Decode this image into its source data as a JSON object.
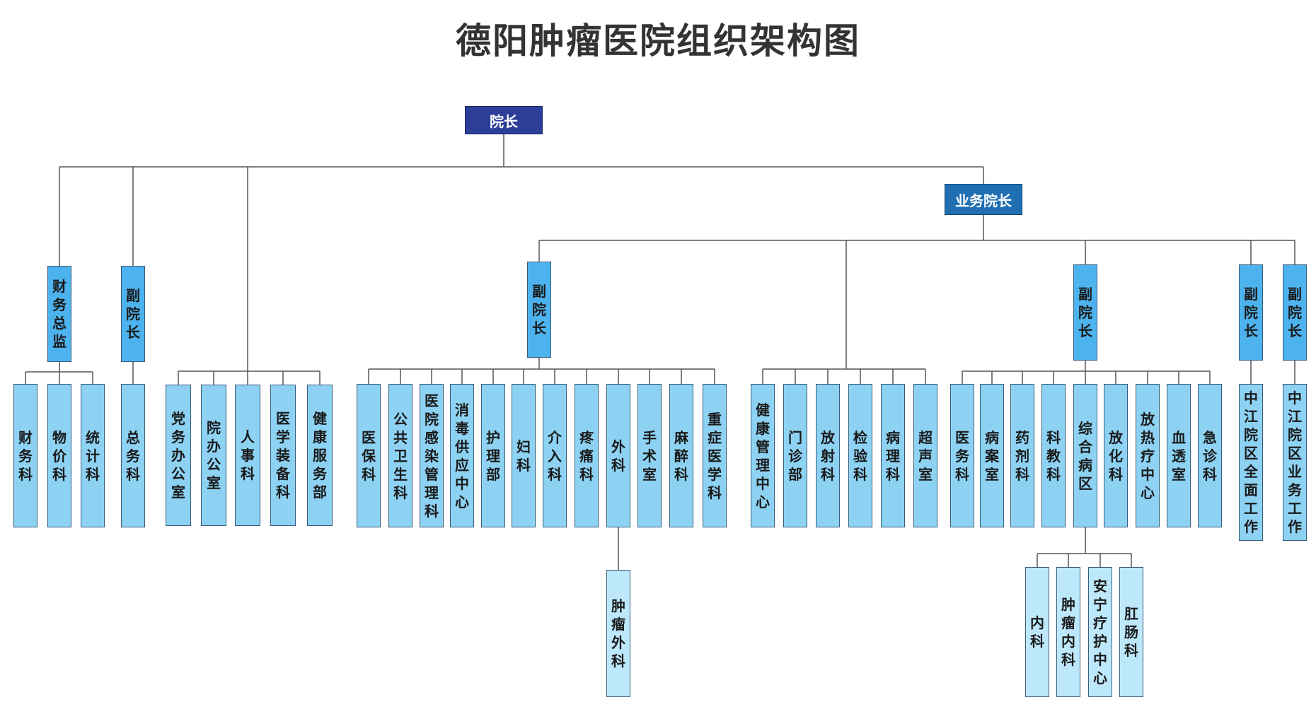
{
  "title": "德阳肿瘤医院组织架构图",
  "colors": {
    "president": "#2c3e98",
    "business_vp": "#1f6fb2",
    "manager": "#4db3ee",
    "department": "#8dd2f3",
    "sub_department": "#bde8fb",
    "line": "#555555"
  },
  "nodes": {
    "president": "院长",
    "business_vp": "业务院长",
    "finance_director": "财务总监",
    "vp_admin": "副院长",
    "vp_clinical_a": "副院长",
    "vp_clinical_b": "副院长",
    "vp_zhongjiang_a": "副院长",
    "vp_zhongjiang_b": "副院长",
    "finance_dept": "财务科",
    "pricing_dept": "物价科",
    "statistics_dept": "统计科",
    "general_affairs": "总务科",
    "party_office": "党务办公室",
    "hospital_office": "院办公室",
    "hr_dept": "人事科",
    "equipment_dept": "医学装备科",
    "health_service": "健康服务部",
    "medical_insurance": "医保科",
    "public_health": "公共卫生科",
    "infection_control": "医院感染管理科",
    "disinfection_center": "消毒供应中心",
    "nursing_dept": "护理部",
    "gynecology": "妇科",
    "interventional": "介入科",
    "pain_dept": "疼痛科",
    "surgery": "外科",
    "operating_room": "手术室",
    "anesthesia": "麻醉科",
    "icu": "重症医学科",
    "oncology_surgery": "肿瘤外科",
    "health_mgmt_center": "健康管理中心",
    "outpatient": "门诊部",
    "radiology": "放射科",
    "laboratory": "检验科",
    "pathology": "病理科",
    "ultrasound": "超声室",
    "medical_affairs": "医务科",
    "records_room": "病案室",
    "pharmacy": "药剂科",
    "education": "科教科",
    "general_ward": "综合病区",
    "radiochemo": "放化科",
    "hyperthermia_center": "放热疗中心",
    "dialysis": "血透室",
    "emergency": "急诊科",
    "internal_medicine": "内科",
    "oncology_internal": "肿瘤内科",
    "hospice_center": "安宁疗护中心",
    "anorectal": "肛肠科",
    "zhongjiang_overall": "中江院区全面工作",
    "zhongjiang_business": "中江院区业务工作"
  }
}
